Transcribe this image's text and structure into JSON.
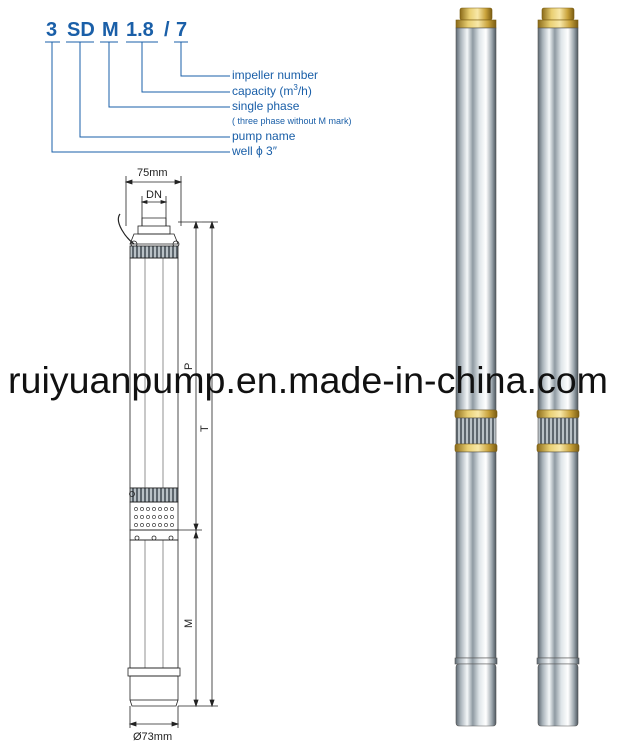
{
  "model_code": {
    "parts": [
      "3",
      "SD",
      "M",
      "1.8",
      "/",
      "7"
    ]
  },
  "legend": {
    "impeller": "impeller number",
    "capacity_prefix": "capacity (m",
    "capacity_sup": "3",
    "capacity_suffix": "/h)",
    "single_phase": "single phase",
    "three_phase_note": "( three phase without M mark)",
    "pump_name": "pump name",
    "well": "well ϕ 3″"
  },
  "dimensions": {
    "top_width": "75mm",
    "outlet": "DN",
    "pump_length": "P",
    "total_length": "T",
    "motor_length": "M",
    "diameter": "Ø73mm"
  },
  "watermark": "ruiyuanpump.en.made-in-china.com",
  "colors": {
    "legend_blue": "#1a5fa8",
    "line": "#222222",
    "brass": "#c9a23a"
  }
}
